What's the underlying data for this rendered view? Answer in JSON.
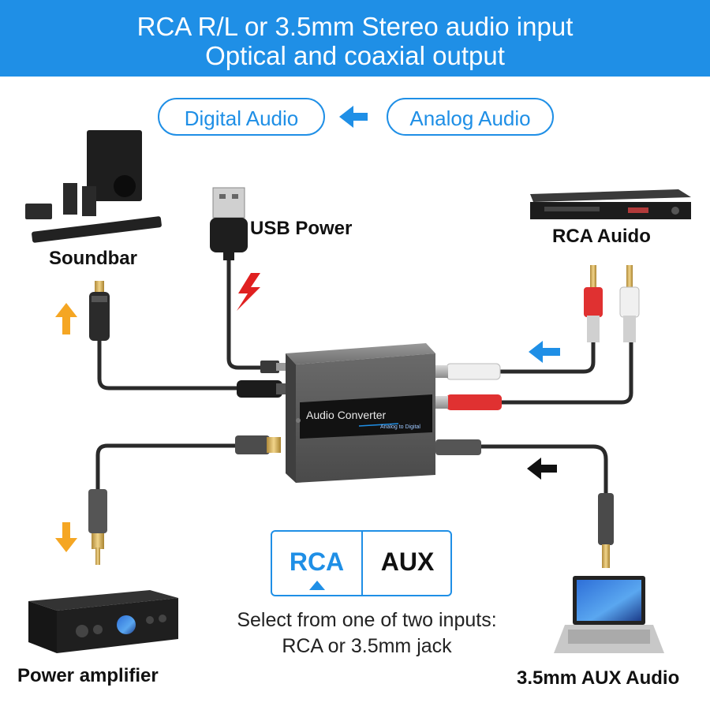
{
  "header": {
    "line1": "RCA R/L or 3.5mm Stereo audio input",
    "line2": "Optical and coaxial output"
  },
  "flow": {
    "left_pill": "Digital Audio",
    "right_pill": "Analog Audio"
  },
  "labels": {
    "soundbar": "Soundbar",
    "usb_power": "USB Power",
    "rca_audio": "RCA Auido",
    "power_amplifier": "Power amplifier",
    "aux_audio": "3.5mm AUX Audio"
  },
  "device": {
    "title": "Audio Converter",
    "subtitle": "Analog to Digital"
  },
  "switch": {
    "rca": "RCA",
    "aux": "AUX"
  },
  "caption": {
    "line1": "Select from one of two inputs:",
    "line2": "RCA or 3.5mm jack"
  },
  "colors": {
    "brand_blue": "#1f8fe6",
    "arrow_orange": "#f5a623",
    "arrow_red": "#e02020",
    "arrow_black": "#111111"
  }
}
